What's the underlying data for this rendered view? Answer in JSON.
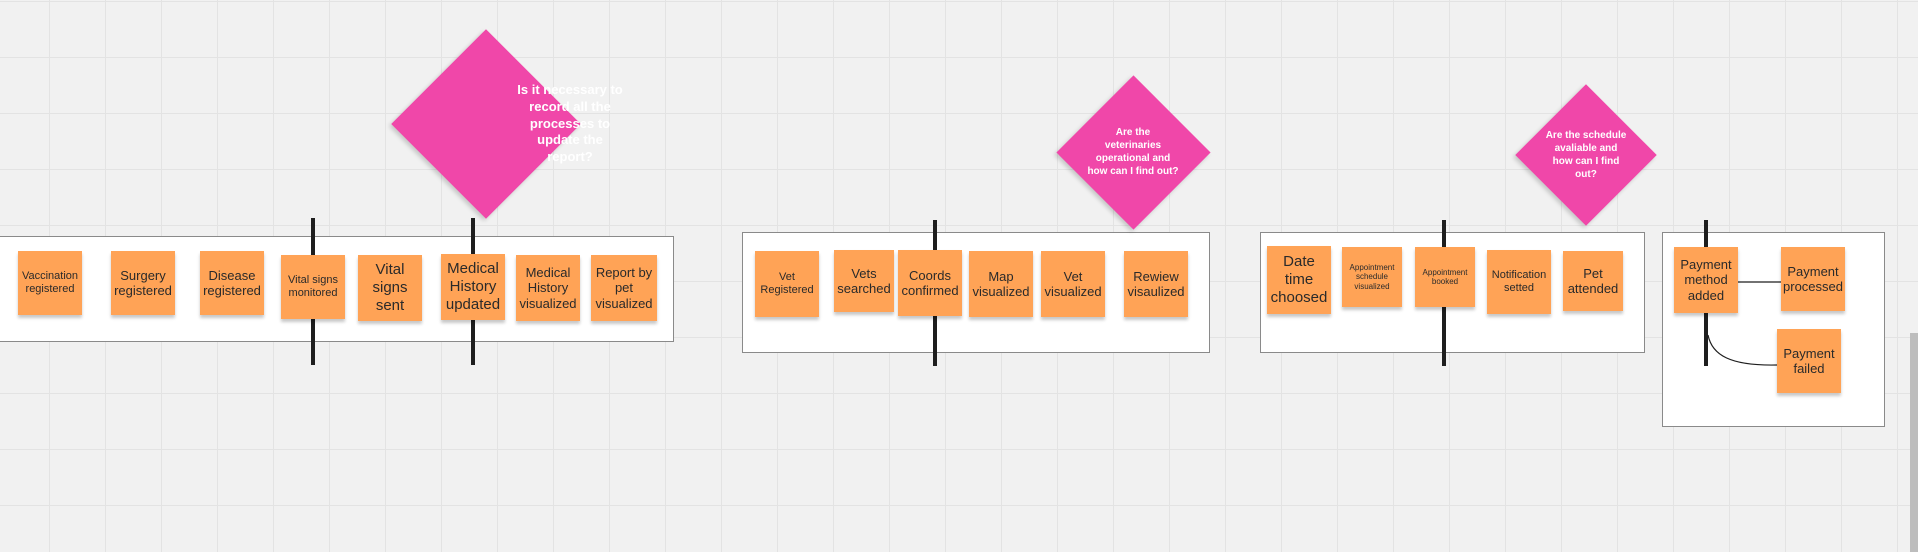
{
  "decisions": {
    "d1": "Is it necessary to record all the processes to update the report?",
    "d2": "Are the veterinaries operational and how can I find out?",
    "d3": "Are the schedule avaliable and how can I find out?"
  },
  "groups": {
    "medical": {
      "notes": [
        "Vaccination registered",
        "Surgery registered",
        "Disease registered",
        "Vital signs monitored",
        "Vital signs sent",
        "Medical History updated",
        "Medical History visualized",
        "Report by pet visualized"
      ]
    },
    "vet": {
      "notes": [
        "Vet Registered",
        "Vets searched",
        "Coords confirmed",
        "Map visualized",
        "Vet visualized",
        "Rewiew visaulized"
      ]
    },
    "appointment": {
      "notes": [
        "Date time choosed",
        "Appointment schedule visualized",
        "Appointment booked",
        "Notification setted",
        "Pet attended"
      ]
    },
    "payment": {
      "notes": [
        "Payment method added",
        "Payment processed",
        "Payment failed"
      ]
    }
  },
  "colors": {
    "sticky_note": "#ffa356",
    "decision": "#f047a9",
    "frame": "#ffffff",
    "canvas": "#f1f1f1"
  }
}
